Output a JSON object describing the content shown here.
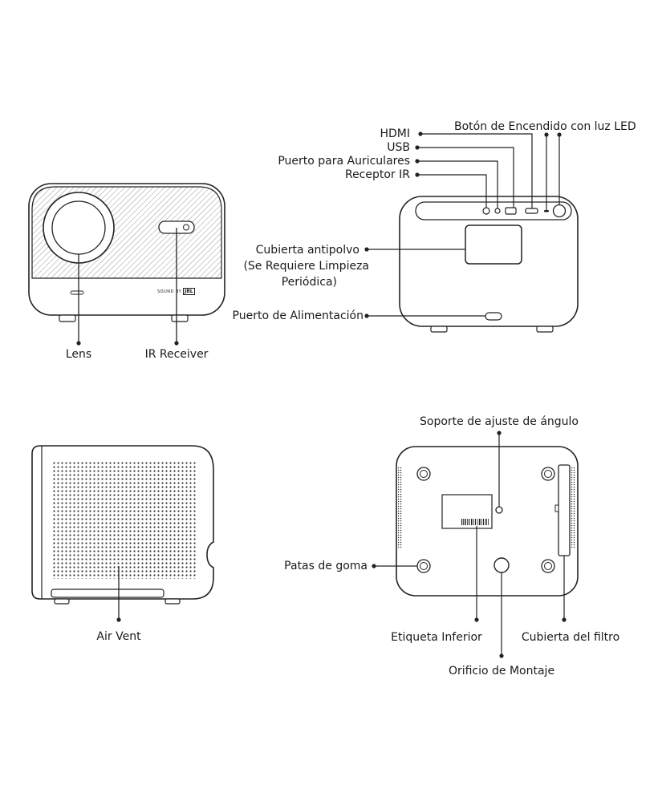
{
  "front_view": {
    "labels": {
      "lens": "Lens",
      "ir_receiver": "IR Receiver"
    },
    "brand_text": "SOUND BY",
    "brand_logo": "JBL"
  },
  "back_view": {
    "labels": {
      "power_button": "Botón de Encendido con luz LED",
      "hdmi": "HDMI",
      "usb": "USB",
      "headphone_port": "Puerto para Auriculares",
      "ir_receiver": "Receptor IR",
      "dust_cover_line1": "Cubierta antipolvo",
      "dust_cover_line2": "(Se Requiere Limpieza",
      "dust_cover_line3": "Periódica)",
      "power_port": "Puerto de Alimentación"
    }
  },
  "side_view": {
    "labels": {
      "air_vent": "Air Vent"
    }
  },
  "bottom_view": {
    "labels": {
      "angle_stand": "Soporte de ajuste de ángulo",
      "rubber_feet": "Patas de goma",
      "bottom_label": "Etiqueta Inferior",
      "filter_cover": "Cubierta del filtro",
      "mounting_hole": "Orificio de Montaje"
    }
  }
}
